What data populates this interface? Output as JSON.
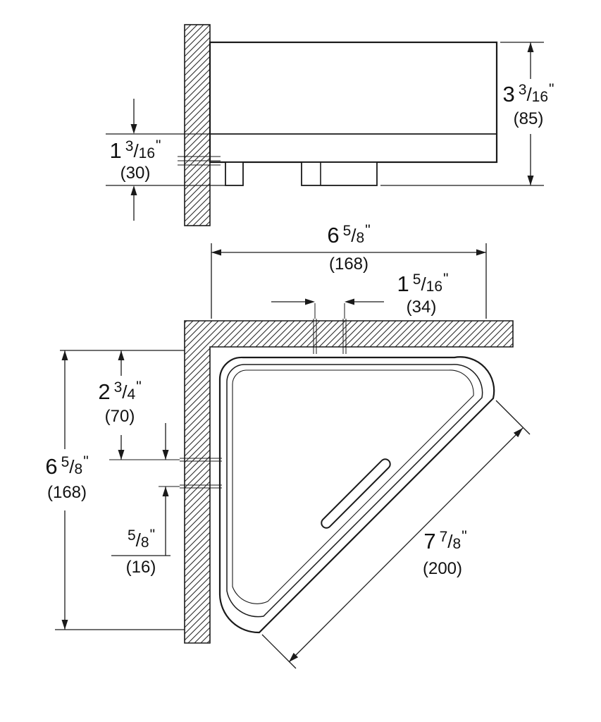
{
  "symbols": {
    "slash": "/",
    "inch": "\""
  },
  "side_view": {
    "height": {
      "whole": "3",
      "num": "3",
      "den": "16",
      "mm": "(85)"
    },
    "offset": {
      "whole": "1",
      "num": "3",
      "den": "16",
      "mm": "(30)"
    }
  },
  "plan_view": {
    "width": {
      "whole": "6",
      "num": "5",
      "den": "8",
      "mm": "(168)"
    },
    "hole_spacing": {
      "whole": "1",
      "num": "5",
      "den": "16",
      "mm": "(34)"
    },
    "top_offset": {
      "whole": "2",
      "num": "3",
      "den": "4",
      "mm": "(70)"
    },
    "depth": {
      "whole": "6",
      "num": "5",
      "den": "8",
      "mm": "(168)"
    },
    "bracket": {
      "whole": "",
      "num": "5",
      "den": "8",
      "mm": "(16)"
    },
    "diagonal": {
      "whole": "7",
      "num": "7",
      "den": "8",
      "mm": "(200)"
    }
  },
  "colors": {
    "line": "#1a1a1a",
    "background": "#ffffff"
  }
}
